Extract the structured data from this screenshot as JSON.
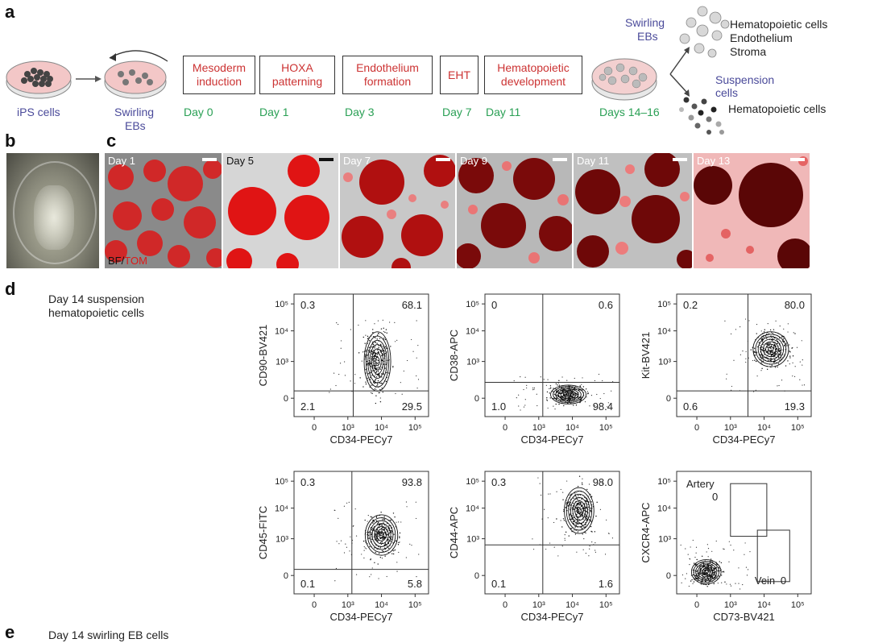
{
  "panels": {
    "a": "a",
    "b": "b",
    "c": "c",
    "d": "d",
    "e": "e"
  },
  "panel_a": {
    "ips_label": "iPS cells",
    "swirl_label1": "Swirling",
    "swirl_label2": "EBs",
    "steps": [
      "Mesoderm induction",
      "HOXA patterning",
      "Endothelium formation",
      "EHT",
      "Hematopoietic development"
    ],
    "step_lines": [
      [
        "Mesoderm",
        "induction"
      ],
      [
        "HOXA",
        "patterning"
      ],
      [
        "Endothelium",
        "formation"
      ],
      [
        "EHT"
      ],
      [
        "Hematopoietic",
        "development"
      ]
    ],
    "days": [
      "Day 0",
      "Day 1",
      "Day 3",
      "Day 7",
      "Day 11",
      "Days 14–16"
    ],
    "swirl_right1": "Swirling",
    "swirl_right2": "EBs",
    "outputs_top": [
      "Hematopoietic cells",
      "Endothelium",
      "Stroma"
    ],
    "suspension1": "Suspension",
    "suspension2": "cells",
    "output_bottom": "Hematopoietic cells"
  },
  "panel_c": {
    "tiles": [
      "Day 1",
      "Day 5",
      "Day 7",
      "Day 9",
      "Day 11",
      "Day 13"
    ],
    "bf": "BF",
    "slash": "/",
    "tom": "TOM"
  },
  "panel_d": {
    "title1": "Day 14 suspension",
    "title2": "hematopoietic cells"
  },
  "panel_e": {
    "text": "Day 14 swirling EB cells"
  },
  "colors": {
    "red_step": "#cc3333",
    "green_day": "#2aa055",
    "blue_label": "#4a4a9a",
    "tom_red": "#e01818"
  },
  "chart_data": [
    {
      "type": "scatter",
      "xlabel": "CD34-PECy7",
      "ylabel": "CD90-BV421",
      "quadrants": {
        "tl": "0.3",
        "tr": "68.1",
        "bl": "2.1",
        "br": "29.5"
      },
      "x_ticks": [
        "0",
        "10³",
        "10⁴",
        "10⁵"
      ],
      "y_ticks": [
        "0",
        "10³",
        "10⁴",
        "10⁵"
      ]
    },
    {
      "type": "scatter",
      "xlabel": "CD34-PECy7",
      "ylabel": "CD38-APC",
      "quadrants": {
        "tl": "0",
        "tr": "0.6",
        "bl": "1.0",
        "br": "98.4"
      },
      "x_ticks": [
        "0",
        "10³",
        "10⁴",
        "10⁵"
      ],
      "y_ticks": [
        "0",
        "10³",
        "10⁴",
        "10⁵"
      ]
    },
    {
      "type": "scatter",
      "xlabel": "CD34-PECy7",
      "ylabel": "Kit-BV421",
      "quadrants": {
        "tl": "0.2",
        "tr": "80.0",
        "bl": "0.6",
        "br": "19.3"
      },
      "x_ticks": [
        "0",
        "10³",
        "10⁴",
        "10⁵"
      ],
      "y_ticks": [
        "0",
        "10³",
        "10⁴",
        "10⁵"
      ]
    },
    {
      "type": "scatter",
      "xlabel": "CD34-PECy7",
      "ylabel": "CD45-FITC",
      "quadrants": {
        "tl": "0.3",
        "tr": "93.8",
        "bl": "0.1",
        "br": "5.8"
      },
      "x_ticks": [
        "0",
        "10³",
        "10⁴",
        "10⁵"
      ],
      "y_ticks": [
        "0",
        "10³",
        "10⁴",
        "10⁵"
      ]
    },
    {
      "type": "scatter",
      "xlabel": "CD34-PECy7",
      "ylabel": "CD44-APC",
      "quadrants": {
        "tl": "0.3",
        "tr": "98.0",
        "bl": "0.1",
        "br": "1.6"
      },
      "x_ticks": [
        "0",
        "10³",
        "10⁴",
        "10⁵"
      ],
      "y_ticks": [
        "0",
        "10³",
        "10⁴",
        "10⁵"
      ]
    },
    {
      "type": "scatter",
      "xlabel": "CD73-BV421",
      "ylabel": "CXCR4-APC",
      "gates": {
        "artery_label": "Artery",
        "artery_value": "0",
        "vein_label": "Vein",
        "vein_value": "0"
      },
      "x_ticks": [
        "0",
        "10³",
        "10⁴",
        "10⁵"
      ],
      "y_ticks": [
        "0",
        "10³",
        "10⁴",
        "10⁵"
      ]
    }
  ]
}
